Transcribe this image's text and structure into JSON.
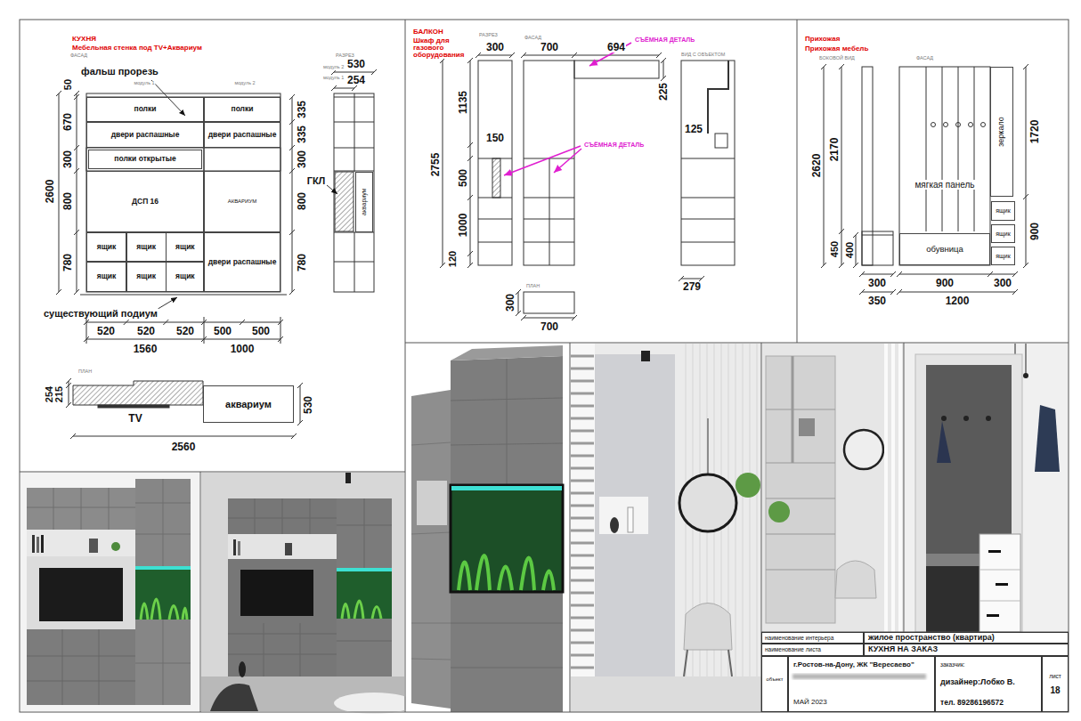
{
  "diagram": {
    "nodes": [
      {
        "text": [
          "полки"
        ]
      },
      {
        "text": [
          "полки"
        ]
      },
      {
        "text": [
          "двери распашные"
        ]
      },
      {
        "text": [
          "двери распашные"
        ]
      },
      {
        "text": [
          "полки открытые"
        ]
      },
      {
        "text": [
          "ДСП 16"
        ]
      },
      {
        "text": [
          "АКВАРИУМ"
        ]
      },
      {
        "text": [
          "ящик"
        ]
      },
      {
        "text": [
          "ящик"
        ]
      },
      {
        "text": [
          "ящик"
        ]
      },
      {
        "text": [
          "двери распашные"
        ]
      },
      {
        "text": [
          "ящик"
        ]
      },
      {
        "text": [
          "ящик"
        ]
      },
      {
        "text": [
          "ящик"
        ]
      },
      {
        "text": [
          "аквариум"
        ]
      },
      {
        "text": [
          "аквариум"
        ]
      },
      {
        "text": [
          "мягкая панель"
        ]
      },
      {
        "text": [
          "зеркало"
        ]
      },
      {
        "text": [
          "ящик"
        ]
      },
      {
        "text": [
          "ящик"
        ]
      },
      {
        "text": [
          "обувница"
        ]
      },
      {
        "text": [
          "ящик"
        ]
      },
      {
        "text": [
          "наименование интерьера"
        ]
      },
      {
        "text": [
          "жилое пространство (квартира)"
        ]
      },
      {
        "text": [
          "наименование листа"
        ]
      },
      {
        "text": [
          "КУХНЯ НА ЗАКАЗ"
        ]
      },
      {
        "text": [
          "объект"
        ]
      },
      {
        "text": [
          "г.Ростов-на-Дону, ЖК \"Вересаево\"",
          "МАЙ 2023"
        ]
      },
      {
        "text": [
          "заказчик:",
          "дизайнер:Лобко В.",
          "тел. 89286196572"
        ]
      },
      {
        "text": [
          "лист",
          "18"
        ]
      }
    ],
    "labels": [
      "КУХНЯ",
      "Мебельная стенка под TV+Аквариум",
      "ФАСАД",
      "фальш прорезь",
      "модуль 1",
      "модуль 2",
      "50",
      "670",
      "300",
      "2600",
      "800",
      "780",
      "335",
      "335",
      "300",
      "800",
      "780",
      "существующий подиум",
      "520",
      "520",
      "520",
      "500",
      "500",
      "1560",
      "1000",
      "РАЗРЕЗ",
      "модуль 2",
      "модуль 1",
      "530",
      "254",
      "ГКЛ",
      "ПЛАН",
      "254",
      "215",
      "TV",
      "530",
      "2560",
      "БАЛКОН",
      "Шкаф для газового оборудования",
      "РАЗРЕЗ",
      "ФАСАД",
      "300",
      "700",
      "694",
      "СЪЁМНАЯ ДЕТАЛЬ",
      "225",
      "ВИД С ОБЪЕКТОМ",
      "1135",
      "150",
      "СЪЁМНАЯ ДЕТАЛЬ",
      "125",
      "2755",
      "500",
      "1000",
      "120",
      "ПЛАН",
      "279",
      "300",
      "700",
      "Прихожая",
      "Прихожая мебель",
      "БОКОВОЙ ВИД",
      "ФАСАД",
      "2620",
      "2170",
      "1720",
      "900",
      "450",
      "400",
      "300",
      "900",
      "300",
      "350",
      "1200"
    ]
  }
}
